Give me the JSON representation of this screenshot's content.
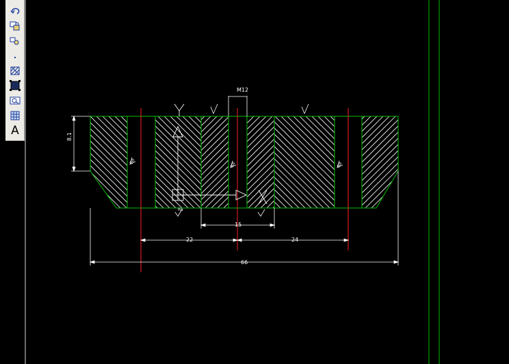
{
  "toolbar": {
    "tools": [
      {
        "name": "undo-tool",
        "icon": "undo-icon"
      },
      {
        "name": "copy-object-tool",
        "icon": "copy-object-icon"
      },
      {
        "name": "move-object-tool",
        "icon": "move-object-icon"
      },
      {
        "name": "point-tool",
        "icon": "point-icon"
      },
      {
        "name": "hatch-tool",
        "icon": "hatch-icon"
      },
      {
        "name": "region-tool",
        "icon": "region-icon"
      },
      {
        "name": "insert-block-tool",
        "icon": "insert-block-icon"
      },
      {
        "name": "table-tool",
        "icon": "table-icon"
      },
      {
        "name": "text-tool",
        "icon": "text-icon",
        "label": "A"
      }
    ]
  },
  "drawing": {
    "colors": {
      "background": "#000000",
      "outline": "#00c000",
      "centerline": "#ff2020",
      "dimension": "#ffffff",
      "viewport_border": "#00c000"
    },
    "dimensions": {
      "overall_width": "66",
      "left_span": "22",
      "right_span": "24",
      "bore_width": "15",
      "height": "8.1",
      "thread_label": "M12"
    },
    "surface_marks": [
      {
        "label": "Ra"
      },
      {
        "label": "Ra"
      },
      {
        "label": "Ra"
      },
      {
        "label": "Ra"
      }
    ]
  }
}
